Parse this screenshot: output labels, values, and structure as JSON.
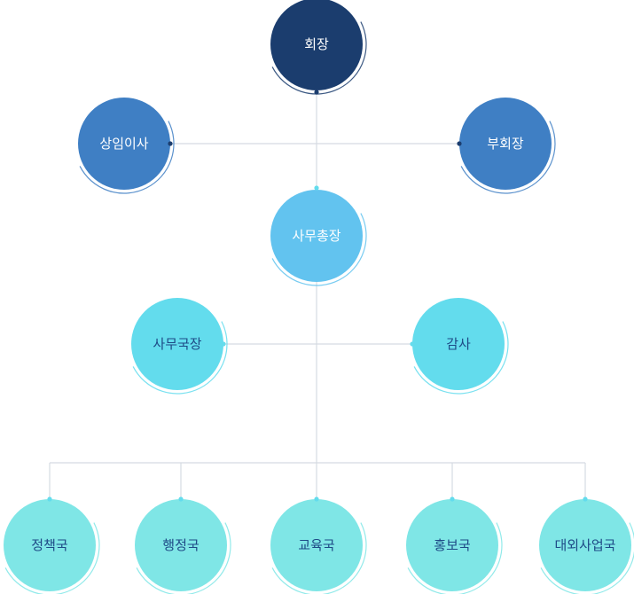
{
  "org_chart": {
    "nodes": [
      {
        "id": "chairman",
        "label": "회장",
        "color": "#1b3d6e",
        "ring": "#1b3d6e",
        "text_style": "light"
      },
      {
        "id": "executive_director",
        "label": "상임이사",
        "color": "#3f7fc4",
        "ring": "#3f7fc4",
        "text_style": "light"
      },
      {
        "id": "vice_chairman",
        "label": "부회장",
        "color": "#3f7fc4",
        "ring": "#3f7fc4",
        "text_style": "light"
      },
      {
        "id": "secretary_general",
        "label": "사무총장",
        "color": "#62c3ef",
        "ring": "#62c3ef",
        "text_style": "light"
      },
      {
        "id": "office_director",
        "label": "사무국장",
        "color": "#63dced",
        "ring": "#63dced",
        "text_style": "dark"
      },
      {
        "id": "auditor",
        "label": "감사",
        "color": "#63dced",
        "ring": "#63dced",
        "text_style": "dark"
      },
      {
        "id": "policy_bureau",
        "label": "정책국",
        "color": "#7fe6e6",
        "ring": "#7fe6e6",
        "text_style": "dark"
      },
      {
        "id": "admin_bureau",
        "label": "행정국",
        "color": "#7fe6e6",
        "ring": "#7fe6e6",
        "text_style": "dark"
      },
      {
        "id": "education_bureau",
        "label": "교육국",
        "color": "#7fe6e6",
        "ring": "#7fe6e6",
        "text_style": "dark"
      },
      {
        "id": "pr_bureau",
        "label": "홍보국",
        "color": "#7fe6e6",
        "ring": "#7fe6e6",
        "text_style": "dark"
      },
      {
        "id": "external_affairs_bureau",
        "label": "대외사업국",
        "color": "#7fe6e6",
        "ring": "#7fe6e6",
        "text_style": "dark"
      }
    ],
    "line_color": "#d5dbe2",
    "dot_color_dark": "#1b3d6e",
    "dot_color_light": "#63dced"
  }
}
